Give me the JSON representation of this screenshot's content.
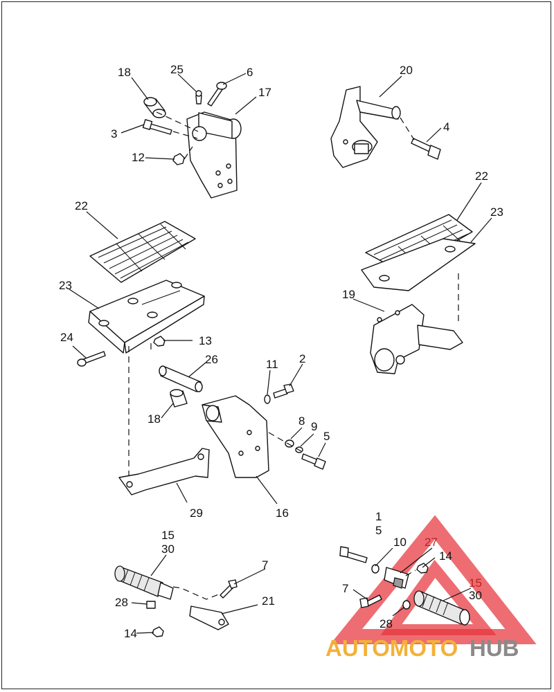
{
  "labels": {
    "n18a": "18",
    "n25": "25",
    "n6": "6",
    "n17": "17",
    "n3": "3",
    "n12": "12",
    "n20": "20",
    "n4": "4",
    "n22a": "22",
    "n23a": "23",
    "n22b": "22",
    "n23b": "23",
    "n19": "19",
    "n24": "24",
    "n13": "13",
    "n26": "26",
    "n11": "11",
    "n2": "2",
    "n18b": "18",
    "n8": "8",
    "n9": "9",
    "n5a": "5",
    "n29": "29",
    "n16": "16",
    "n15a": "15",
    "n30a": "30",
    "n7a": "7",
    "n28a": "28",
    "n21": "21",
    "n14a": "14",
    "n1": "1",
    "n5b": "5",
    "n10": "10",
    "n27": "27",
    "n14b": "14",
    "n7b": "7",
    "n15b": "15",
    "n30b": "30",
    "n28b": "28"
  },
  "watermark": {
    "brand_part1": "AUTOMOTO",
    "brand_part2": "HUB",
    "color_main": "#e6343b",
    "color_text1": "#f3b13a",
    "color_text2": "#8a8a8a"
  }
}
